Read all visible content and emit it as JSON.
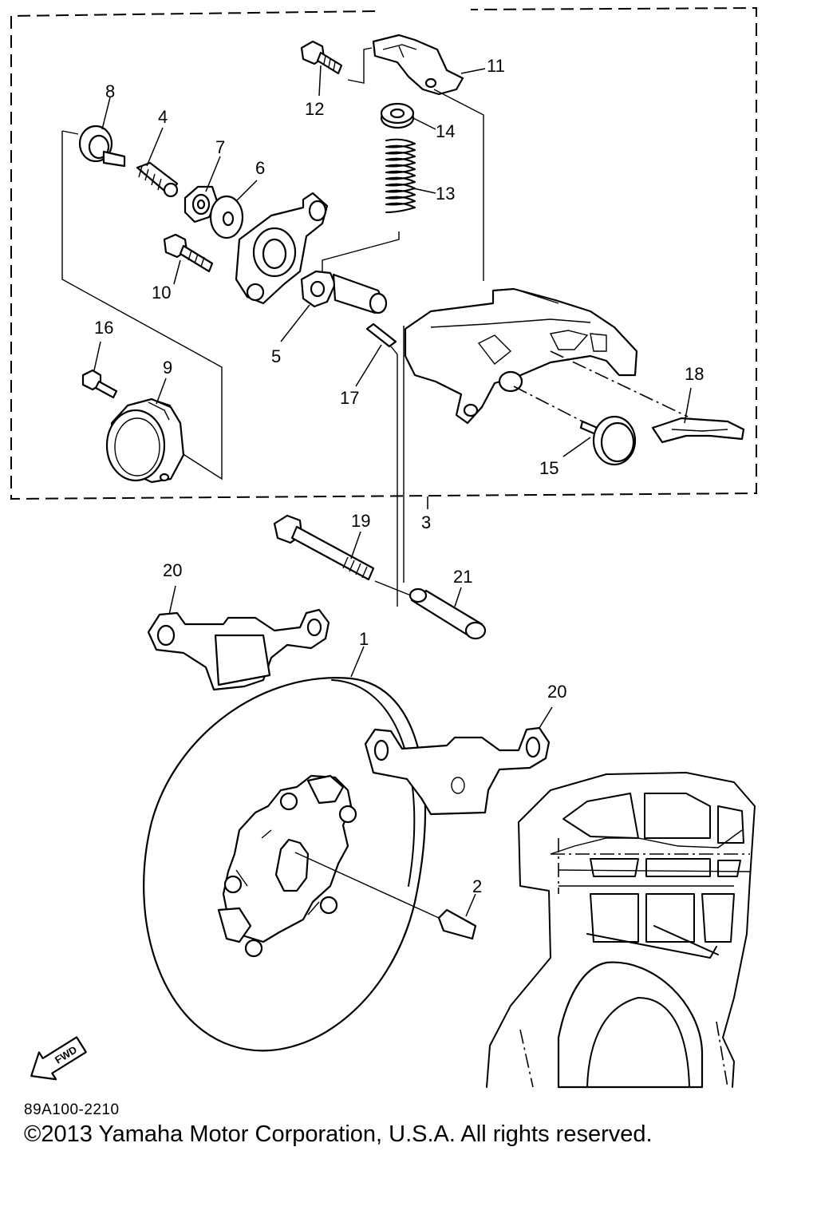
{
  "parts": {
    "p1": "1",
    "p2": "2",
    "p3": "3",
    "p4": "4",
    "p5": "5",
    "p6": "6",
    "p7": "7",
    "p8": "8",
    "p9": "9",
    "p10": "10",
    "p11": "11",
    "p12": "12",
    "p13": "13",
    "p14": "14",
    "p15": "15",
    "p16": "16",
    "p17": "17",
    "p18": "18",
    "p19": "19",
    "p20a": "20",
    "p20b": "20",
    "p21": "21"
  },
  "direction_label": "FWD",
  "diagram_code": "89A100-2210",
  "copyright": "©2013 Yamaha Motor Corporation, U.S.A. All rights reserved."
}
